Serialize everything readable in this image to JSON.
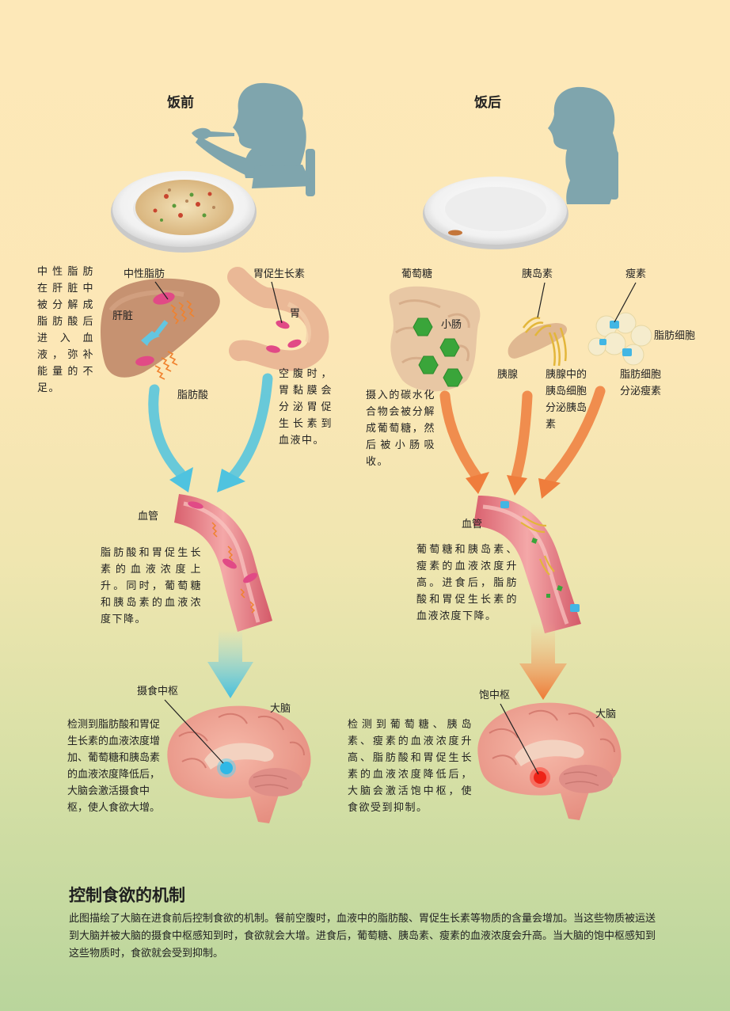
{
  "headings": {
    "before": "饭前",
    "after": "饭后"
  },
  "before": {
    "fat_label": "中性脂肪",
    "fat_desc": "中性脂肪在肝脏中被分解成脂肪酸后进入血液，弥补能量的不足。",
    "liver_label": "肝脏",
    "fatty_acid_label": "脂肪酸",
    "ghrelin_label": "胃促生长素",
    "stomach_label": "胃",
    "stomach_desc": "空腹时，胃黏膜会分泌胃促生长素到血液中。",
    "vessel_label": "血管",
    "vessel_desc": "脂肪酸和胃促生长素的血液浓度上升。同时，葡萄糖和胰岛素的血液浓度下降。",
    "center_label": "摄食中枢",
    "brain_label": "大脑",
    "brain_desc": "检测到脂肪酸和胃促生长素的血液浓度增加、葡萄糖和胰岛素的血液浓度降低后，大脑会激活摄食中枢，使人食欲大增。"
  },
  "after": {
    "glucose_label": "葡萄糖",
    "intestine_label": "小肠",
    "intestine_desc": "摄入的碳水化合物会被分解成葡萄糖，然后被小肠吸收。",
    "insulin_label": "胰岛素",
    "pancreas_label": "胰腺",
    "pancreas_desc": "胰腺中的胰岛细胞分泌胰岛素",
    "leptin_label": "瘦素",
    "fatcell_label": "脂肪细胞",
    "fatcell_desc": "脂肪细胞分泌瘦素",
    "vessel_label": "血管",
    "vessel_desc": "葡萄糖和胰岛素、瘦素的血液浓度升高。进食后，脂肪酸和胃促生长素的血液浓度下降。",
    "center_label": "饱中枢",
    "brain_label": "大脑",
    "brain_desc": "检测到葡萄糖、胰岛素、瘦素的血液浓度升高、脂肪酸和胃促生长素的血液浓度降低后，大脑会激活饱中枢，使食欲受到抑制。"
  },
  "caption": {
    "title": "控制食欲的机制",
    "text": "此图描绘了大脑在进食前后控制食欲的机制。餐前空腹时，血液中的脂肪酸、胃促生长素等物质的含量会增加。当这些物质被运送到大脑并被大脑的摄食中枢感知到时，食欲就会大增。进食后，葡萄糖、胰岛素、瘦素的血液浓度会升高。当大脑的饱中枢感知到这些物质时，食欲就会受到抑制。"
  },
  "colors": {
    "hunger": "#4fc3df",
    "satiety": "#ef7d3c",
    "silhouette": "#7fa5ad",
    "glucose": "#3aa53a"
  }
}
